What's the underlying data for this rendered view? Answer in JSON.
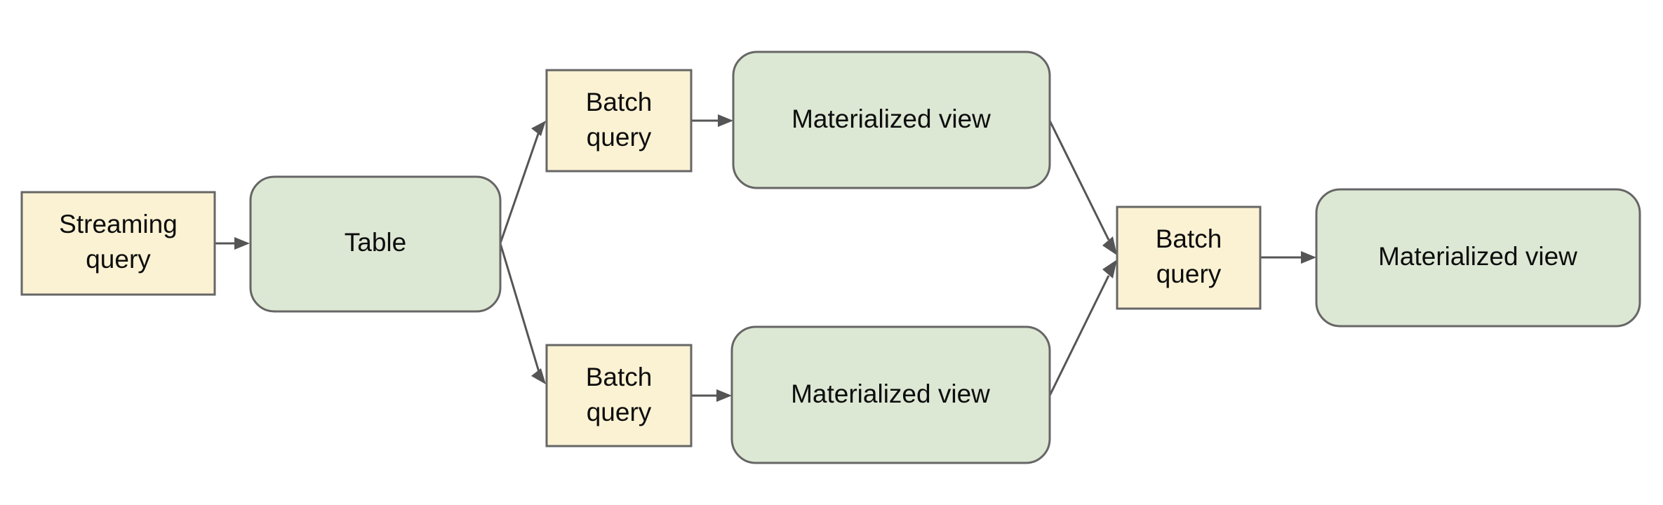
{
  "diagram": {
    "title": "Streaming and batch query materialized view pipeline",
    "background_color": "#ffffff",
    "palette": {
      "query_fill": "#fbf2d3",
      "query_border": "#666666",
      "store_fill": "#dde8d4",
      "store_border": "#666666",
      "edge_color": "#555555",
      "text_color": "#0d0d0d"
    },
    "nodes": [
      {
        "id": "streaming-query",
        "kind": "query",
        "shape": "rectangle",
        "lines": [
          "Streaming",
          "query"
        ],
        "text": "Streaming query"
      },
      {
        "id": "table",
        "kind": "store",
        "shape": "rounded-rectangle",
        "lines": [
          "Table"
        ],
        "text": "Table"
      },
      {
        "id": "batch-query-top",
        "kind": "query",
        "shape": "rectangle",
        "lines": [
          "Batch",
          "query"
        ],
        "text": "Batch query"
      },
      {
        "id": "materialized-view-top",
        "kind": "store",
        "shape": "rounded-rectangle",
        "lines": [
          "Materialized view"
        ],
        "text": "Materialized view"
      },
      {
        "id": "batch-query-bottom",
        "kind": "query",
        "shape": "rectangle",
        "lines": [
          "Batch",
          "query"
        ],
        "text": "Batch query"
      },
      {
        "id": "materialized-view-bottom",
        "kind": "store",
        "shape": "rounded-rectangle",
        "lines": [
          "Materialized view"
        ],
        "text": "Materialized view"
      },
      {
        "id": "batch-query-join",
        "kind": "query",
        "shape": "rectangle",
        "lines": [
          "Batch",
          "query"
        ],
        "text": "Batch query"
      },
      {
        "id": "materialized-view-final",
        "kind": "store",
        "shape": "rounded-rectangle",
        "lines": [
          "Materialized view"
        ],
        "text": "Materialized view"
      }
    ],
    "edges": [
      {
        "id": "edge-streaming-to-table",
        "from": "streaming-query",
        "to": "table",
        "style": "straight"
      },
      {
        "id": "edge-table-to-batch-top",
        "from": "table",
        "to": "batch-query-top",
        "style": "diagonal"
      },
      {
        "id": "edge-table-to-batch-bottom",
        "from": "table",
        "to": "batch-query-bottom",
        "style": "diagonal"
      },
      {
        "id": "edge-batch-top-to-mv-top",
        "from": "batch-query-top",
        "to": "materialized-view-top",
        "style": "straight"
      },
      {
        "id": "edge-batch-bottom-to-mv-bottom",
        "from": "batch-query-bottom",
        "to": "materialized-view-bottom",
        "style": "straight"
      },
      {
        "id": "edge-mv-top-to-join",
        "from": "materialized-view-top",
        "to": "batch-query-join",
        "style": "diagonal"
      },
      {
        "id": "edge-mv-bottom-to-join",
        "from": "materialized-view-bottom",
        "to": "batch-query-join",
        "style": "diagonal"
      },
      {
        "id": "edge-join-to-mv-final",
        "from": "batch-query-join",
        "to": "materialized-view-final",
        "style": "straight"
      }
    ]
  }
}
